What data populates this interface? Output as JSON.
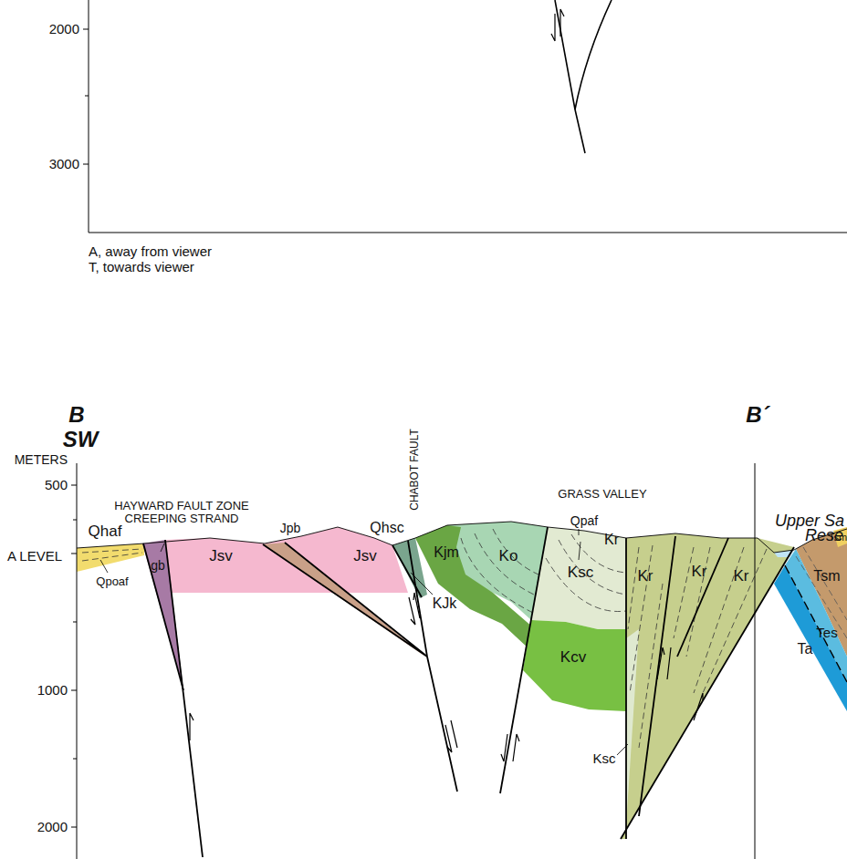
{
  "diagram": {
    "labels": [
      "2000",
      "3000",
      "A, away from viewer",
      "T, towards viewer",
      "B",
      "SW",
      "B´",
      "METERS",
      "500",
      "A LEVEL",
      "1000",
      "2000",
      "HAYWARD FAULT ZONE CREEPING STRAND",
      "CHABOT FAULT",
      "GRASS VALLEY",
      "Upper Sa",
      "Rese",
      "Qhaf",
      "Qpoaf",
      "gb",
      "Jsv",
      "Jpb",
      "Jsv",
      "Qhsc",
      "Kjm",
      "KJk",
      "Ko",
      "Qpaf",
      "Ksc",
      "Kr",
      "Kr",
      "Kr",
      "Kr",
      "Kcv",
      "Ksc",
      "Tsm",
      "Tsm",
      "Tes",
      "Ta"
    ]
  }
}
